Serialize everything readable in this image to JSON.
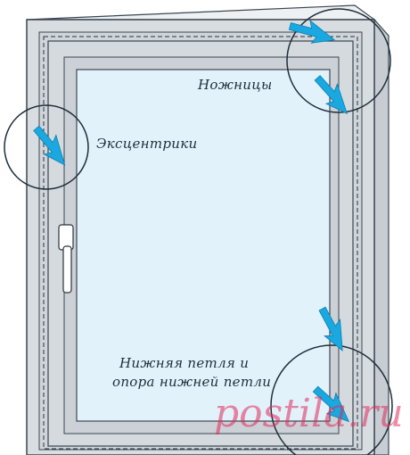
{
  "labels": {
    "scissors": "Ножницы",
    "eccentrics": "Эксцентрики",
    "bottom_hinge_line1": "Нижняя петля и",
    "bottom_hinge_line2": "опора нижней петли"
  },
  "watermark": "postila.ru",
  "colors": {
    "frame_fill": "#d8dde2",
    "frame_stroke": "#3c4650",
    "glass": "#e2f2fb",
    "arrow": "#1aa8e0",
    "text": "#1f2e3a"
  },
  "icons": [
    "arrow-icon",
    "handle-icon",
    "postila-logo-icon"
  ]
}
